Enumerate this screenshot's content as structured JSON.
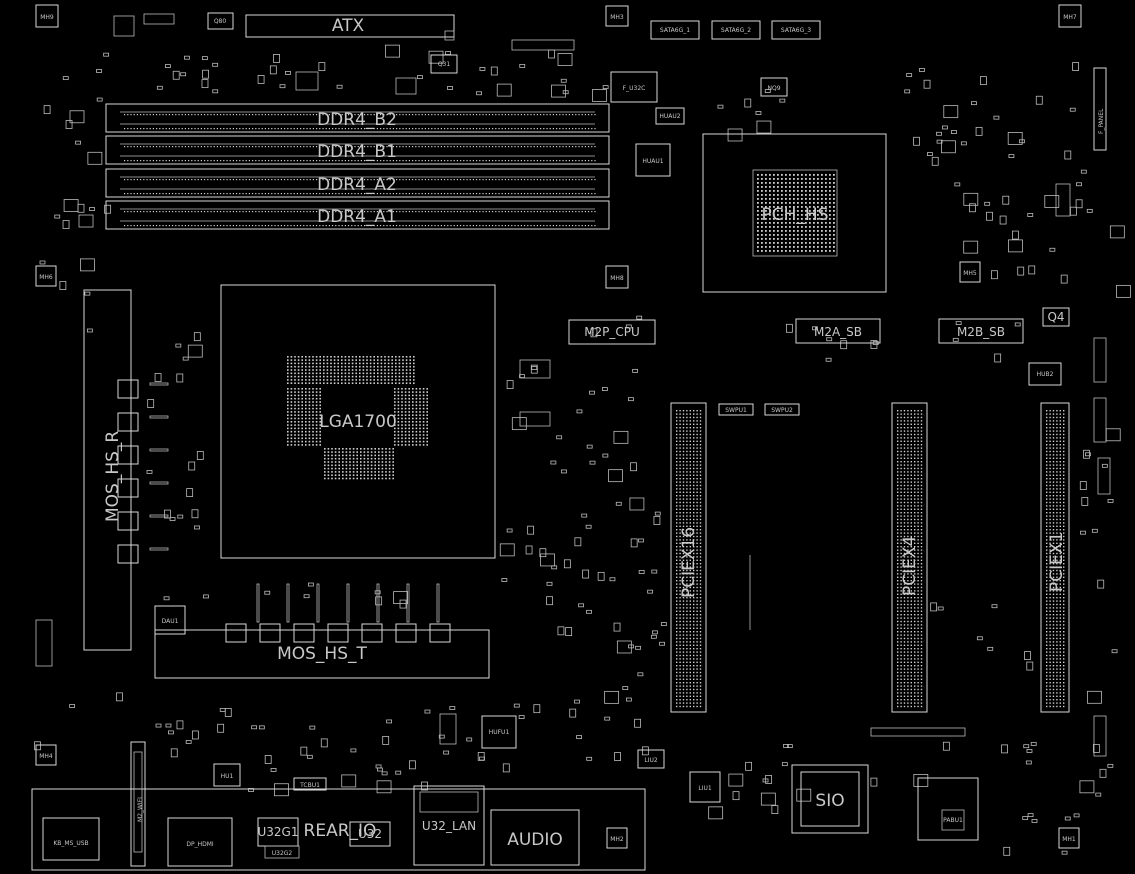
{
  "board": {
    "background": "#000000",
    "line_color": "#d8d8d8",
    "text_color": "#c8c8c8"
  },
  "labels": {
    "atx": "ATX",
    "ddr_b2": "DDR4_B2",
    "ddr_b1": "DDR4_B1",
    "ddr_a2": "DDR4_A2",
    "ddr_a1": "DDR4_A1",
    "cpu_socket": "LGA1700",
    "pch": "PCH_HS",
    "m2p_cpu": "M2P_CPU",
    "m2a_sb": "M2A_SB",
    "m2b_sb": "M2B_SB",
    "pciex16": "PCIEX16",
    "pciex4": "PCIEX4",
    "pciex1": "PCIEX1",
    "mos_hs_r": "MOS_HS_R",
    "mos_hs_t": "MOS_HS_T",
    "rear_io": "REAR_IO",
    "u32_lan": "U32_LAN",
    "audio": "AUDIO",
    "sio": "SIO",
    "dp_hdmi": "DP_HDMI",
    "u32g1": "U32G1",
    "u32g2": "U32G2",
    "m2_wifi": "M2_WIFI",
    "usb2": "U32",
    "ffu_u32c": "F_U32C",
    "q4": "Q4",
    "hub2": "HUB2",
    "q31": "Q31",
    "q80": "Q80",
    "nq9": "NQ9",
    "dau1": "DAU1",
    "huau1": "HUAU1",
    "huau2": "HUAU2",
    "hufu1": "HUFU1",
    "hu1": "HU1",
    "liu2": "LIU2",
    "liu1": "LIU1",
    "swpu1": "SWPU1",
    "swpu2": "SWPU2",
    "ks_ms_usb": "KB_MS_USB",
    "tcbu1": "TCBU1",
    "mh1": "MH1",
    "mh2": "MH2",
    "mh3": "MH3",
    "mh4": "MH4",
    "mh5": "MH5",
    "mh6": "MH6",
    "mh7": "MH7",
    "mh8": "MH8",
    "mh9": "MH9",
    "sata1": "SATA6G_1",
    "sata2": "SATA6G_2",
    "sata3": "SATA6G_3",
    "f_panel": "F_PANEL",
    "pabu1": "PABU1"
  }
}
